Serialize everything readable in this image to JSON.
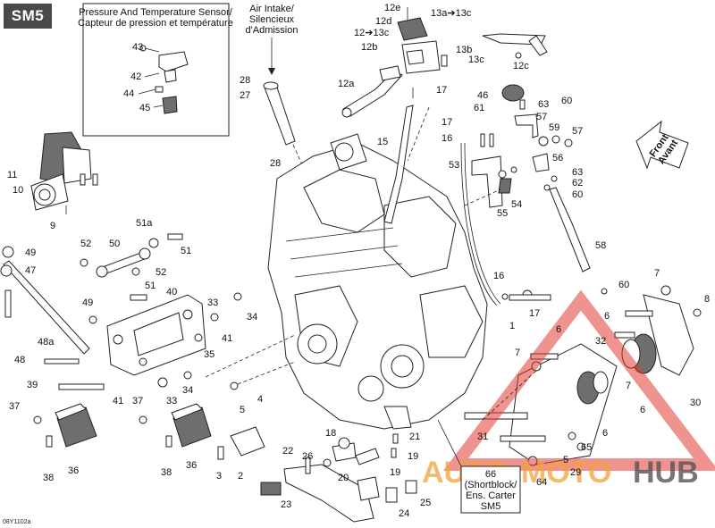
{
  "badge": "SM5",
  "doc_code": "08Y1102a",
  "sensor_box": {
    "title_en": "Pressure And Temperature Sensor/",
    "title_fr": "Capteur de pression et température"
  },
  "air_intake": {
    "line1": "Air Intake/",
    "line2": "Silencieux",
    "line3": "d'Admission"
  },
  "front_arrow": {
    "line1": "Front",
    "line2": "Avant"
  },
  "shortblock": {
    "line1": "66",
    "line2": "(Shortblock/",
    "line3": "Ens. Carter",
    "line4": "SM5"
  },
  "watermark": {
    "part1": "AUTO",
    "part2": "MOTO",
    "part3": "HUB",
    "color_red": "#e03b2f",
    "color_orange": "#f3a23a",
    "color_gray": "#555555"
  },
  "callouts": [
    {
      "text": "43"
    },
    {
      "text": "42"
    },
    {
      "text": "44"
    },
    {
      "text": "45"
    },
    {
      "text": "11"
    },
    {
      "text": "10"
    },
    {
      "text": "9"
    },
    {
      "text": "28"
    },
    {
      "text": "27"
    },
    {
      "text": "28"
    },
    {
      "text": "12e"
    },
    {
      "text": "12d"
    },
    {
      "text": "12➔13c"
    },
    {
      "text": "12b"
    },
    {
      "text": "13a➔13c"
    },
    {
      "text": "13b"
    },
    {
      "text": "13c"
    },
    {
      "text": "12c"
    },
    {
      "text": "12a"
    },
    {
      "text": "17"
    },
    {
      "text": "17"
    },
    {
      "text": "16"
    },
    {
      "text": "15"
    },
    {
      "text": "46"
    },
    {
      "text": "63"
    },
    {
      "text": "60"
    },
    {
      "text": "61"
    },
    {
      "text": "57"
    },
    {
      "text": "59"
    },
    {
      "text": "57"
    },
    {
      "text": "53"
    },
    {
      "text": "56"
    },
    {
      "text": "63"
    },
    {
      "text": "62"
    },
    {
      "text": "60"
    },
    {
      "text": "55"
    },
    {
      "text": "54"
    },
    {
      "text": "58"
    },
    {
      "text": "60"
    },
    {
      "text": "49"
    },
    {
      "text": "47"
    },
    {
      "text": "52"
    },
    {
      "text": "50"
    },
    {
      "text": "51a"
    },
    {
      "text": "51"
    },
    {
      "text": "52"
    },
    {
      "text": "51"
    },
    {
      "text": "40"
    },
    {
      "text": "49"
    },
    {
      "text": "33"
    },
    {
      "text": "34"
    },
    {
      "text": "41"
    },
    {
      "text": "35"
    },
    {
      "text": "48a"
    },
    {
      "text": "48"
    },
    {
      "text": "39"
    },
    {
      "text": "41"
    },
    {
      "text": "33"
    },
    {
      "text": "34"
    },
    {
      "text": "5"
    },
    {
      "text": "4"
    },
    {
      "text": "37"
    },
    {
      "text": "37"
    },
    {
      "text": "38"
    },
    {
      "text": "36"
    },
    {
      "text": "38"
    },
    {
      "text": "36"
    },
    {
      "text": "3"
    },
    {
      "text": "2"
    },
    {
      "text": "16"
    },
    {
      "text": "17"
    },
    {
      "text": "1"
    },
    {
      "text": "7"
    },
    {
      "text": "8"
    },
    {
      "text": "6"
    },
    {
      "text": "6"
    },
    {
      "text": "32"
    },
    {
      "text": "7"
    },
    {
      "text": "30"
    },
    {
      "text": "7"
    },
    {
      "text": "6"
    },
    {
      "text": "6"
    },
    {
      "text": "31"
    },
    {
      "text": "65"
    },
    {
      "text": "5"
    },
    {
      "text": "29"
    },
    {
      "text": "64"
    },
    {
      "text": "18"
    },
    {
      "text": "21"
    },
    {
      "text": "22"
    },
    {
      "text": "26"
    },
    {
      "text": "19"
    },
    {
      "text": "20"
    },
    {
      "text": "19"
    },
    {
      "text": "23"
    },
    {
      "text": "24"
    },
    {
      "text": "25"
    }
  ]
}
